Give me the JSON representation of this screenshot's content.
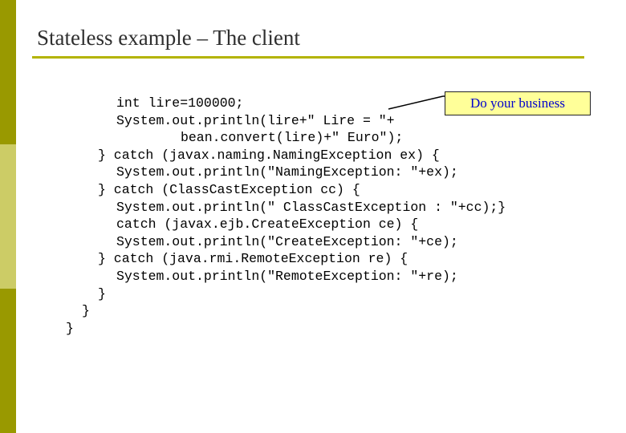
{
  "slide": {
    "title": "Stateless example – The client",
    "callout": "Do your business",
    "code_lines": [
      {
        "indent": 145,
        "text": "int lire=100000;"
      },
      {
        "indent": 145,
        "text": "System.out.println(lire+\" Lire = \"+"
      },
      {
        "indent": 225,
        "text": "bean.convert(lire)+\" Euro\");"
      },
      {
        "indent": 122,
        "text": "} catch (javax.naming.NamingException ex) {"
      },
      {
        "indent": 145,
        "text": "System.out.println(\"NamingException: \"+ex);"
      },
      {
        "indent": 122,
        "text": "} catch (ClassCastException cc) {"
      },
      {
        "indent": 145,
        "text": "System.out.println(\" ClassCastException : \"+cc);}"
      },
      {
        "indent": 145,
        "text": "catch (javax.ejb.CreateException ce) {"
      },
      {
        "indent": 145,
        "text": "System.out.println(\"CreateException: \"+ce);"
      },
      {
        "indent": 122,
        "text": "} catch (java.rmi.RemoteException re) {"
      },
      {
        "indent": 145,
        "text": "System.out.println(\"RemoteException: \"+re);"
      },
      {
        "indent": 122,
        "text": "}"
      },
      {
        "indent": 102,
        "text": "}"
      },
      {
        "indent": 82,
        "text": "}"
      }
    ]
  }
}
